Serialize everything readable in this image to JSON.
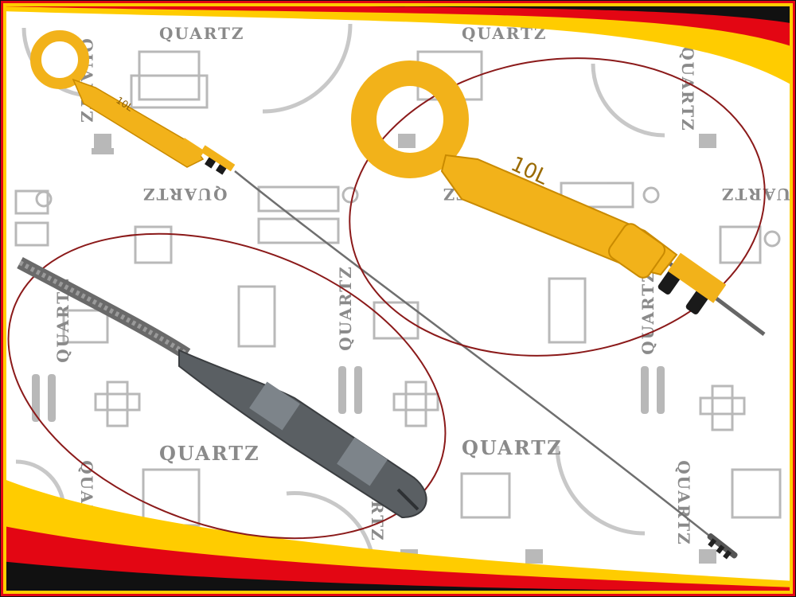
{
  "watermark": {
    "brand_text": "QUARTZ",
    "brand_color": "#8a8a8a"
  },
  "product": {
    "handle_text": "10L",
    "handle_color": "#f2b21a",
    "rod_color": "#6f6f6f"
  },
  "frame": {
    "border_colors": [
      "#e30613",
      "#ffcc00",
      "#111111"
    ]
  },
  "callouts": [
    {
      "name": "handle-detail",
      "outline_color": "#8b1a1a"
    },
    {
      "name": "tip-detail",
      "outline_color": "#8b1a1a"
    }
  ]
}
